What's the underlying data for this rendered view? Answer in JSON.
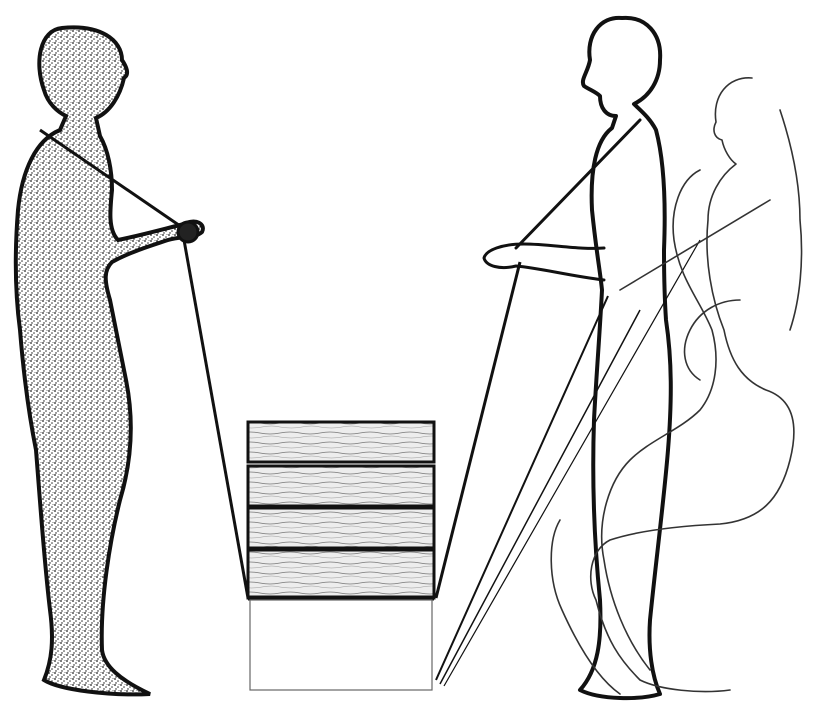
{
  "figure": {
    "subjects": [
      {
        "role": "stippled-figure-left",
        "style": "stippled"
      },
      {
        "role": "outline-figure-right-standing",
        "style": "outline"
      },
      {
        "role": "outline-figure-right-squat-phases",
        "style": "faint-outline"
      }
    ],
    "objects": [
      "wooden-crate",
      "lower-box",
      "pulling-ropes"
    ],
    "colors": {
      "ink": "#111111",
      "paper": "#ffffff",
      "stipple": "#2a2a2a",
      "wood": "#d8d8d8"
    }
  }
}
